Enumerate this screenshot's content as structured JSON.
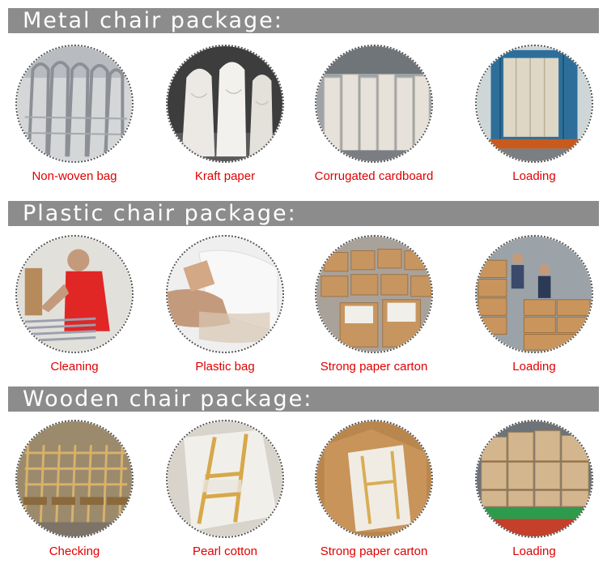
{
  "sections": [
    {
      "title": "Metal chair package:",
      "items": [
        {
          "label": "Non-woven bag",
          "icon": "stacked-metal-chairs-image"
        },
        {
          "label": "Kraft paper",
          "icon": "kraft-paper-wrapped-chairs-image"
        },
        {
          "label": "Corrugated cardboard",
          "icon": "cardboard-wrapped-chairs-image"
        },
        {
          "label": "Loading",
          "icon": "container-loading-image"
        }
      ]
    },
    {
      "title": "Plastic chair package:",
      "items": [
        {
          "label": "Cleaning",
          "icon": "worker-cleaning-image"
        },
        {
          "label": "Plastic bag",
          "icon": "plastic-bag-image"
        },
        {
          "label": "Strong paper carton",
          "icon": "paper-cartons-image"
        },
        {
          "label": "Loading",
          "icon": "workers-loading-cartons-image"
        }
      ]
    },
    {
      "title": "Wooden chair package:",
      "items": [
        {
          "label": "Checking",
          "icon": "wooden-chairs-rows-image"
        },
        {
          "label": "Pearl cotton",
          "icon": "pearl-cotton-wrapped-chair-image"
        },
        {
          "label": "Strong paper carton",
          "icon": "chair-in-carton-image"
        },
        {
          "label": "Loading",
          "icon": "carton-boxes-loaded-image"
        }
      ]
    }
  ],
  "colors": {
    "banner": "#8c8c8c",
    "caption": "#e00000"
  }
}
